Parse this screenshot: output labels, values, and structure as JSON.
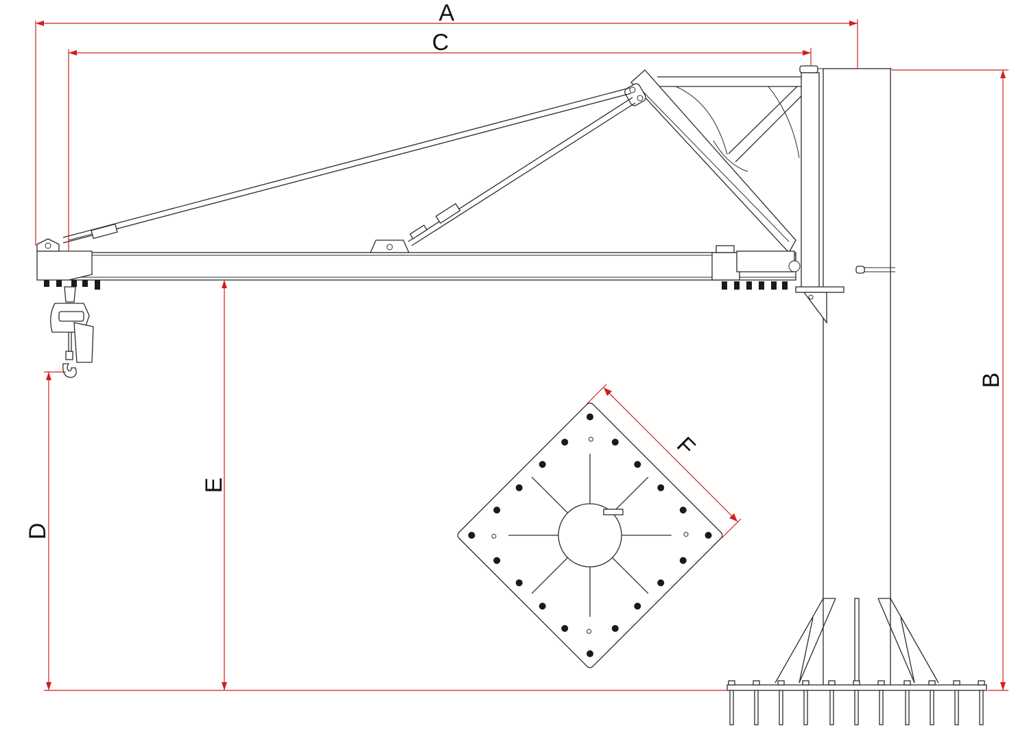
{
  "dimension_labels": {
    "a": "A",
    "b": "B",
    "c": "C",
    "d": "D",
    "e": "E",
    "f": "F"
  },
  "colors": {
    "dimension_line": "#d11f1f",
    "drawing_line": "#2a2a2a"
  }
}
